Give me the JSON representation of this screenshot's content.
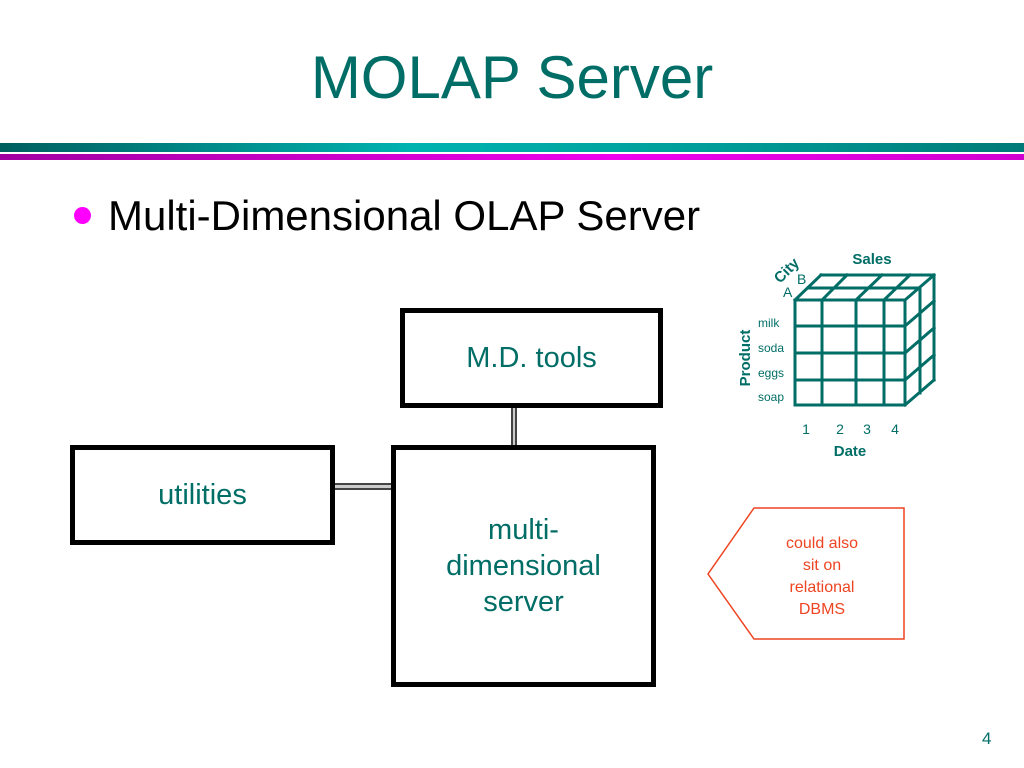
{
  "slide": {
    "title": "MOLAP Server",
    "bullet": "Multi-Dimensional OLAP Server",
    "page_number": "4",
    "colors": {
      "title": "#006e66",
      "bullet_dot": "#ff00ff",
      "box_text": "#006e66",
      "callout": "#ee4422",
      "cube": "#006e66"
    }
  },
  "diagram": {
    "boxes": {
      "tools": "M.D. tools",
      "utilities": "utilities",
      "server_line1": "multi-",
      "server_line2": "dimensional",
      "server_line3": "server"
    },
    "callout": {
      "line1": "could also",
      "line2": "sit on",
      "line3": "relational",
      "line4": "DBMS"
    },
    "cube": {
      "measure_label": "Sales",
      "city_label": "City",
      "city_values": [
        "A",
        "B"
      ],
      "product_label": "Product",
      "products": [
        "milk",
        "soda",
        "eggs",
        "soap"
      ],
      "date_label": "Date",
      "dates": [
        "1",
        "2",
        "3",
        "4"
      ]
    }
  }
}
